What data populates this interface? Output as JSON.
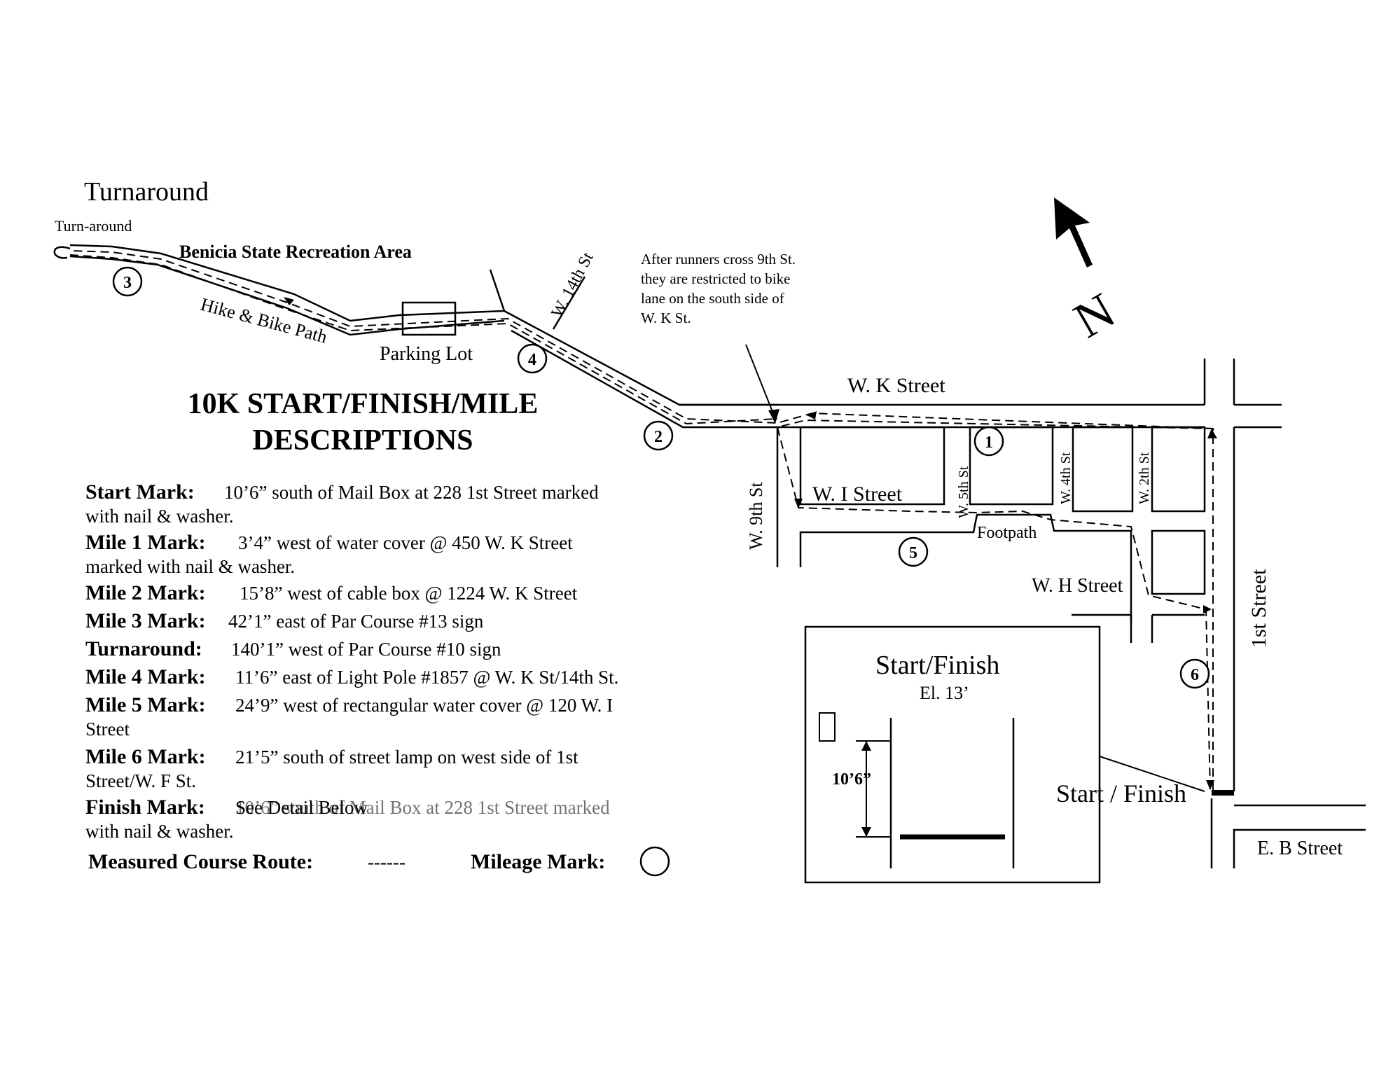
{
  "map": {
    "turnaround_heading": "Turnaround",
    "turnaround_small": "Turn-around",
    "park_name": "Benicia State Recreation Area",
    "path_label": "Hike & Bike Path",
    "parking_label": "Parking Lot",
    "note_lines": [
      "After runners cross 9th St.",
      "they are restricted to bike",
      "lane on the south side of",
      "W. K St."
    ],
    "north_label": "N",
    "streets": {
      "w14": "W. 14th St",
      "wk": "W. K Street",
      "w9": "W. 9th St",
      "wi": "W. I Street",
      "w5": "W. 5th St",
      "w4": "W. 4th St",
      "w2": "W. 2th St",
      "wh": "W. H Street",
      "first": "1st Street",
      "eb": "E. B Street"
    },
    "footpath_label": "Footpath",
    "start_finish_label": "Start / Finish",
    "mile_marks": [
      "1",
      "2",
      "3",
      "4",
      "5",
      "6"
    ],
    "detail": {
      "title": "Start/Finish",
      "elevation": "El. 13’",
      "distance": "10’6”"
    }
  },
  "descriptions": {
    "title_line1": "10K START/FINISH/MILE",
    "title_line2": "DESCRIPTIONS",
    "start": {
      "label": "Start Mark:",
      "text": "10’6” south of Mail Box at 228 1st Street marked",
      "text2": "with nail & washer."
    },
    "mile1": {
      "label": "Mile 1 Mark:",
      "text": "3’4” west of water cover @ 450 W. K Street",
      "text2": "marked with nail & washer."
    },
    "mile2": {
      "label": "Mile 2 Mark:",
      "text": "15’8” west of cable box @ 1224 W. K Street"
    },
    "mile3": {
      "label": "Mile 3 Mark:",
      "text": "42’1” east of Par Course #13 sign"
    },
    "turnaround": {
      "label": "Turnaround:",
      "text": "140’1” west of Par Course #10 sign"
    },
    "mile4": {
      "label": "Mile 4 Mark:",
      "text": "11’6” east of Light Pole #1857 @ W. K St/14th St."
    },
    "mile5": {
      "label": "Mile 5 Mark:",
      "text": "24’9” west of rectangular water cover @ 120 W. I",
      "text2": "Street"
    },
    "mile6": {
      "label": "Mile 6 Mark:",
      "text": "21’5” south of street lamp on west side of 1st",
      "text2": "Street/W. F St."
    },
    "finish": {
      "label": "Finish Mark:",
      "text": "See Detail Below",
      "overlap": "10’6” south of Mail Box at 228 1st Street marked",
      "text2": "with nail & washer."
    },
    "legend_route": "Measured Course Route:",
    "legend_route_sample": "------",
    "legend_mileage": "Mileage Mark:"
  }
}
